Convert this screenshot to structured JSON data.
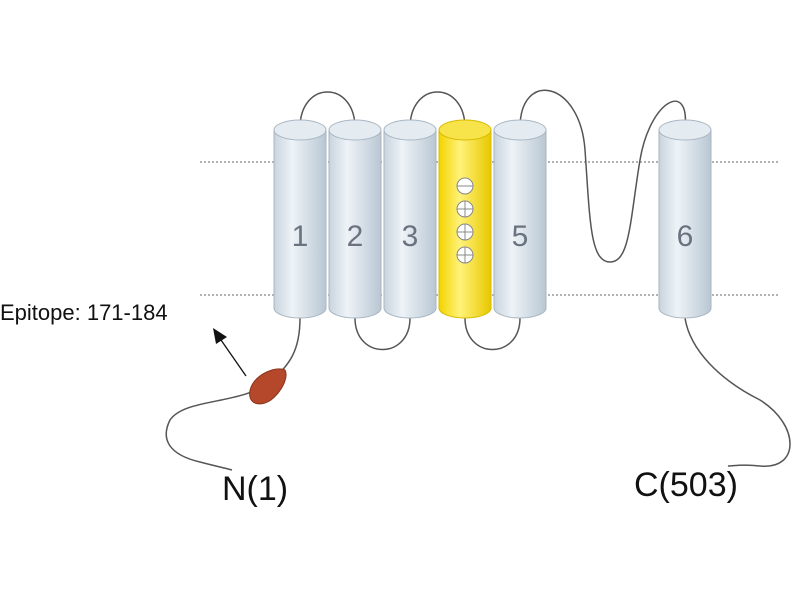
{
  "diagram": {
    "helix_labels": [
      "1",
      "2",
      "3",
      "5",
      "6"
    ],
    "n_terminus": "N(1)",
    "c_terminus": "C(503)",
    "epitope": "Epitope: 171-184"
  },
  "colors": {
    "helix_fill": "#dde7ef",
    "helix_stroke": "#a9b6c2",
    "highlight_fill": "#f5dc00",
    "epitope_fill": "#b5482a",
    "loop_stroke": "#555555",
    "membrane_line": "#666666"
  }
}
